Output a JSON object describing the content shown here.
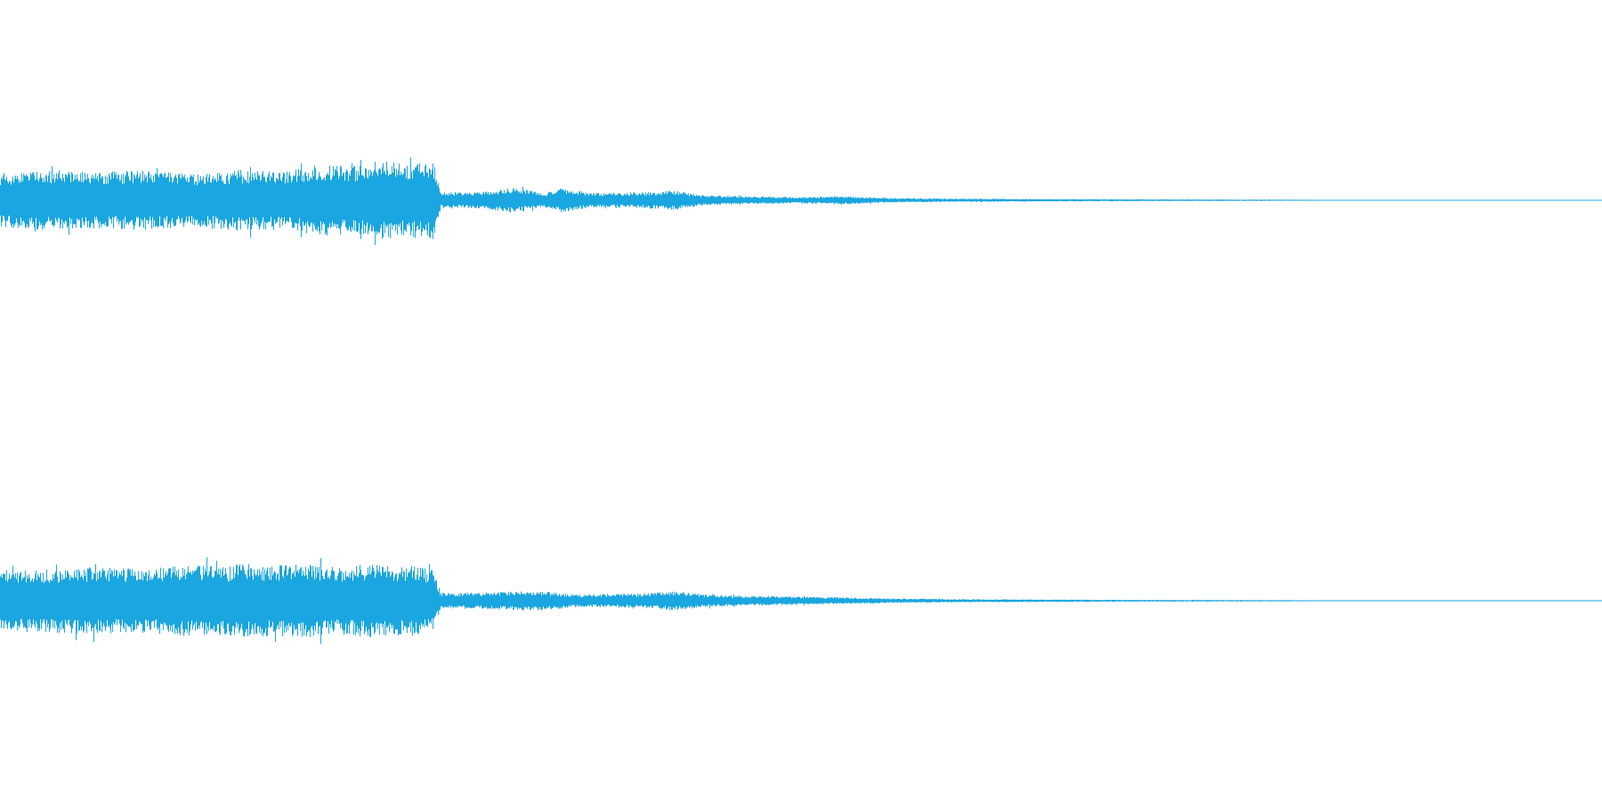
{
  "colors": {
    "background": "#ffffff",
    "waveform": "#1aa6e0"
  },
  "waveform": {
    "channels": [
      {
        "name": "",
        "envelope": [
          [
            0,
            0.34
          ],
          [
            0.03,
            0.38
          ],
          [
            0.06,
            0.36
          ],
          [
            0.09,
            0.37
          ],
          [
            0.12,
            0.33
          ],
          [
            0.15,
            0.38
          ],
          [
            0.18,
            0.37
          ],
          [
            0.2,
            0.45
          ],
          [
            0.22,
            0.42
          ],
          [
            0.23,
            0.46
          ],
          [
            0.245,
            0.5
          ],
          [
            0.255,
            0.44
          ],
          [
            0.26,
            0.48
          ],
          [
            0.265,
            0.45
          ],
          [
            0.27,
            0.5
          ],
          [
            0.275,
            0.1
          ],
          [
            0.3,
            0.1
          ],
          [
            0.32,
            0.16
          ],
          [
            0.34,
            0.09
          ],
          [
            0.35,
            0.15
          ],
          [
            0.37,
            0.09
          ],
          [
            0.4,
            0.1
          ],
          [
            0.42,
            0.12
          ],
          [
            0.44,
            0.06
          ],
          [
            0.47,
            0.05
          ],
          [
            0.5,
            0.04
          ],
          [
            0.53,
            0.05
          ],
          [
            0.55,
            0.03
          ],
          [
            0.6,
            0.02
          ],
          [
            0.7,
            0.012
          ],
          [
            0.8,
            0.008
          ],
          [
            0.85,
            0.004
          ],
          [
            0.87,
            0.001
          ],
          [
            1.0,
            0.0
          ]
        ]
      },
      {
        "name": "",
        "envelope": [
          [
            0,
            0.38
          ],
          [
            0.03,
            0.4
          ],
          [
            0.06,
            0.42
          ],
          [
            0.09,
            0.4
          ],
          [
            0.12,
            0.45
          ],
          [
            0.14,
            0.42
          ],
          [
            0.15,
            0.47
          ],
          [
            0.17,
            0.44
          ],
          [
            0.19,
            0.46
          ],
          [
            0.21,
            0.42
          ],
          [
            0.23,
            0.46
          ],
          [
            0.245,
            0.43
          ],
          [
            0.26,
            0.46
          ],
          [
            0.27,
            0.38
          ],
          [
            0.275,
            0.1
          ],
          [
            0.3,
            0.1
          ],
          [
            0.33,
            0.13
          ],
          [
            0.36,
            0.08
          ],
          [
            0.4,
            0.09
          ],
          [
            0.42,
            0.12
          ],
          [
            0.44,
            0.08
          ],
          [
            0.47,
            0.06
          ],
          [
            0.5,
            0.05
          ],
          [
            0.53,
            0.04
          ],
          [
            0.55,
            0.03
          ],
          [
            0.6,
            0.02
          ],
          [
            0.7,
            0.012
          ],
          [
            0.8,
            0.008
          ],
          [
            0.87,
            0.002
          ],
          [
            1.0,
            0.0
          ]
        ]
      }
    ]
  }
}
